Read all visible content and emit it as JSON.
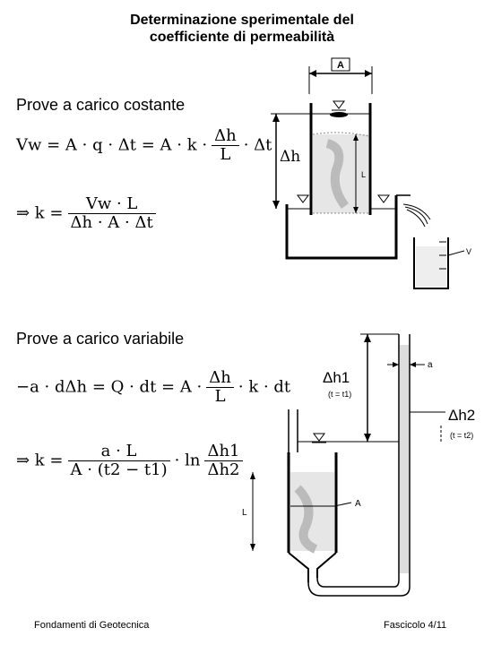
{
  "title": {
    "line1": "Determinazione sperimentale del",
    "line2": "coefficiente di permeabilità"
  },
  "section1": {
    "heading": "Prove a carico costante",
    "eq1": {
      "lhs": "Vw = A · q · Δt = A · k ·",
      "frac_num": "Δh",
      "frac_den": "L",
      "rhs": "· Δt"
    },
    "eq2": {
      "lhs": "⇒ k =",
      "frac_num": "Vw · L",
      "frac_den": "Δh · A · Δt"
    },
    "diagram": {
      "label_A": "A",
      "label_dh": "Δh",
      "label_L": "L",
      "label_V": "V"
    }
  },
  "section2": {
    "heading": "Prove a carico variabile",
    "eq1": {
      "lhs": "−a · dΔh = Q · dt = A ·",
      "frac_num": "Δh",
      "frac_den": "L",
      "rhs": "· k · dt"
    },
    "eq2": {
      "lhs": "⇒ k =",
      "frac1_num": "a · L",
      "frac1_den": "A · (t2 − t1)",
      "ln": "· ln",
      "frac2_num": "Δh1",
      "frac2_den": "Δh2"
    },
    "diagram": {
      "label_a": "a",
      "label_dh1": "Δh1",
      "label_t1": "(t = t1)",
      "label_dh2": "Δh2",
      "label_t2": "(t = t2)",
      "label_A": "A",
      "label_L": "L"
    }
  },
  "footer": {
    "left": "Fondamenti di Geotecnica",
    "right": "Fascicolo 4/11"
  }
}
